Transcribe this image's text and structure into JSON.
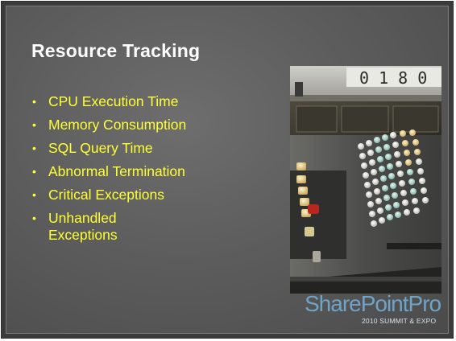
{
  "slide": {
    "title": "Resource Tracking",
    "bullets": [
      "CPU Execution Time",
      "Memory Consumption",
      "SQL Query Time",
      "Abnormal Termination",
      "Critical Exceptions",
      "Unhandled Exceptions"
    ],
    "bullet_symbol": "•",
    "bullet_color": "#ffff33",
    "title_color": "#ffffff"
  },
  "photo": {
    "counter_digits": "0 1 8 0"
  },
  "logo": {
    "name": "SharePointPro",
    "subtitle": "2010 SUMMIT & EXPO",
    "color": "#6fa3c7"
  }
}
